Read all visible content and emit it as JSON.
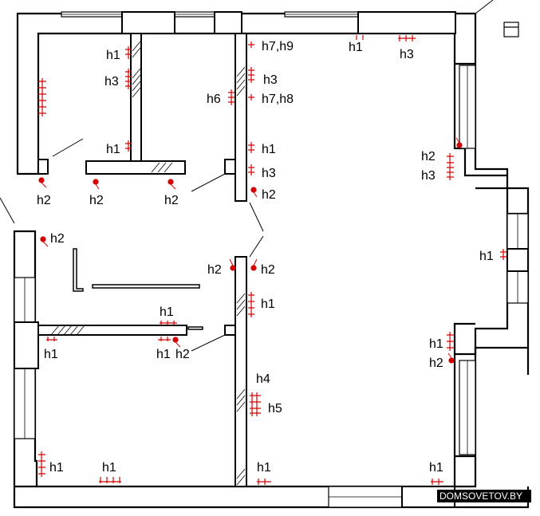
{
  "labels": [
    {
      "id": "l1",
      "text": "h1"
    },
    {
      "id": "l2",
      "text": "h3"
    },
    {
      "id": "l3",
      "text": "h1"
    },
    {
      "id": "l4",
      "text": "h2"
    },
    {
      "id": "l5",
      "text": "h2"
    },
    {
      "id": "l6",
      "text": "h2"
    },
    {
      "id": "l7",
      "text": "h7,h9"
    },
    {
      "id": "l8",
      "text": "h3"
    },
    {
      "id": "l9",
      "text": "h6"
    },
    {
      "id": "l10",
      "text": "h7,h8"
    },
    {
      "id": "l11",
      "text": "h1"
    },
    {
      "id": "l12",
      "text": "h3"
    },
    {
      "id": "l13",
      "text": "h2"
    },
    {
      "id": "l14",
      "text": "h1"
    },
    {
      "id": "l15",
      "text": "h3"
    },
    {
      "id": "l16",
      "text": "h2"
    },
    {
      "id": "l17",
      "text": "h3"
    },
    {
      "id": "l18",
      "text": "h2"
    },
    {
      "id": "l19",
      "text": "h2"
    },
    {
      "id": "l20",
      "text": "h2"
    },
    {
      "id": "l21",
      "text": "h1"
    },
    {
      "id": "l22",
      "text": "h1"
    },
    {
      "id": "l23",
      "text": "h1"
    },
    {
      "id": "l24",
      "text": "h1"
    },
    {
      "id": "l25",
      "text": "h2"
    },
    {
      "id": "l26",
      "text": "h4"
    },
    {
      "id": "l27",
      "text": "h5"
    },
    {
      "id": "l28",
      "text": "h1"
    },
    {
      "id": "l29",
      "text": "h2"
    },
    {
      "id": "l30",
      "text": "h1"
    },
    {
      "id": "l31",
      "text": "h1"
    },
    {
      "id": "l32",
      "text": "h1"
    },
    {
      "id": "l33",
      "text": "h1"
    }
  ],
  "watermark": "DOMSOVETOV.BY",
  "colors": {
    "wall": "#000000",
    "socket": "#d40000",
    "hatch": "#000000"
  }
}
